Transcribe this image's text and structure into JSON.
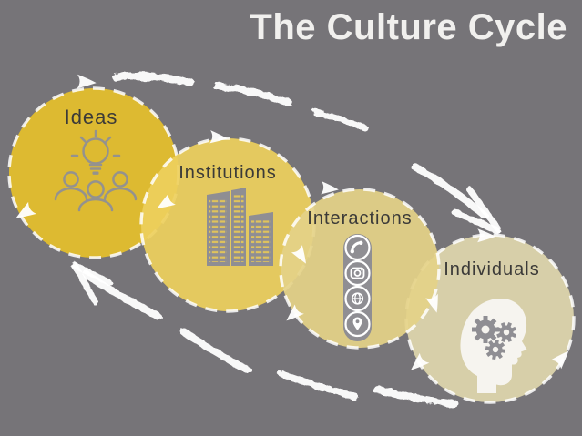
{
  "title": "The Culture Cycle",
  "stages": [
    {
      "label": "Ideas",
      "icon": "lightbulb-people-icon"
    },
    {
      "label": "Institutions",
      "icon": "buildings-icon"
    },
    {
      "label": "Interactions",
      "icon": "communication-bar-icon"
    },
    {
      "label": "Individuals",
      "icon": "head-gears-icon"
    }
  ],
  "colors": {
    "bg": "#767478",
    "ideas": "#e6c02b",
    "institutions": "#eed05d",
    "interactions": "#e5d288",
    "individuals": "#e0d7ae",
    "label_text": "#3b3a38",
    "title_text": "#f1f0ee",
    "chalk": "#ffffff",
    "icon_gray": "#94928e",
    "icon_bar_gray": "#8f8e93"
  }
}
